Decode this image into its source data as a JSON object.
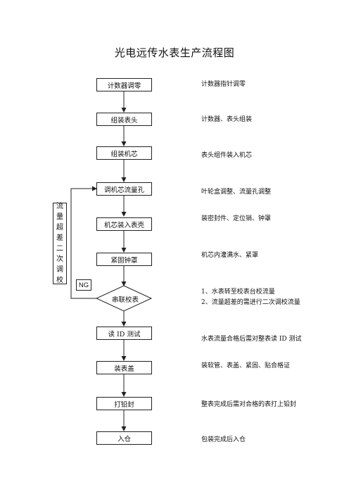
{
  "title": "光电远传水表生产流程图",
  "steps": [
    {
      "label": "计数器调零",
      "note": "计数器指针调零"
    },
    {
      "label": "组装表头",
      "note": "计数器、表头组装"
    },
    {
      "label": "组装机芯",
      "note": "表头组件装入机芯"
    },
    {
      "label": "调机芯流量孔",
      "note": "叶轮盒调整、流量孔调整"
    },
    {
      "label": "机芯装入表壳",
      "note": "装密封件、定位销、钟罩"
    },
    {
      "label": "紧固钟罩",
      "note": "机芯内灌满水、紧罩"
    },
    {
      "label": "串联校表",
      "note": "1、水表转至校表台校流量",
      "note2": "2、流量超差的需进行二次调校流量"
    },
    {
      "label": "读 ID 测试",
      "note": "水表流量合格后需对整表读 ID 测试"
    },
    {
      "label": "装表盖",
      "note": "装软管、表盖、紧固、贴合格证"
    },
    {
      "label": "打铅封",
      "note": "整表完成后需对合格的表打上铅封"
    },
    {
      "label": "入仓",
      "note": "包装完成后入仓"
    }
  ],
  "loop": {
    "side_label": [
      "流",
      "量",
      "超",
      "差",
      "二",
      "次",
      "调",
      "校"
    ],
    "ng_label": "NG"
  }
}
